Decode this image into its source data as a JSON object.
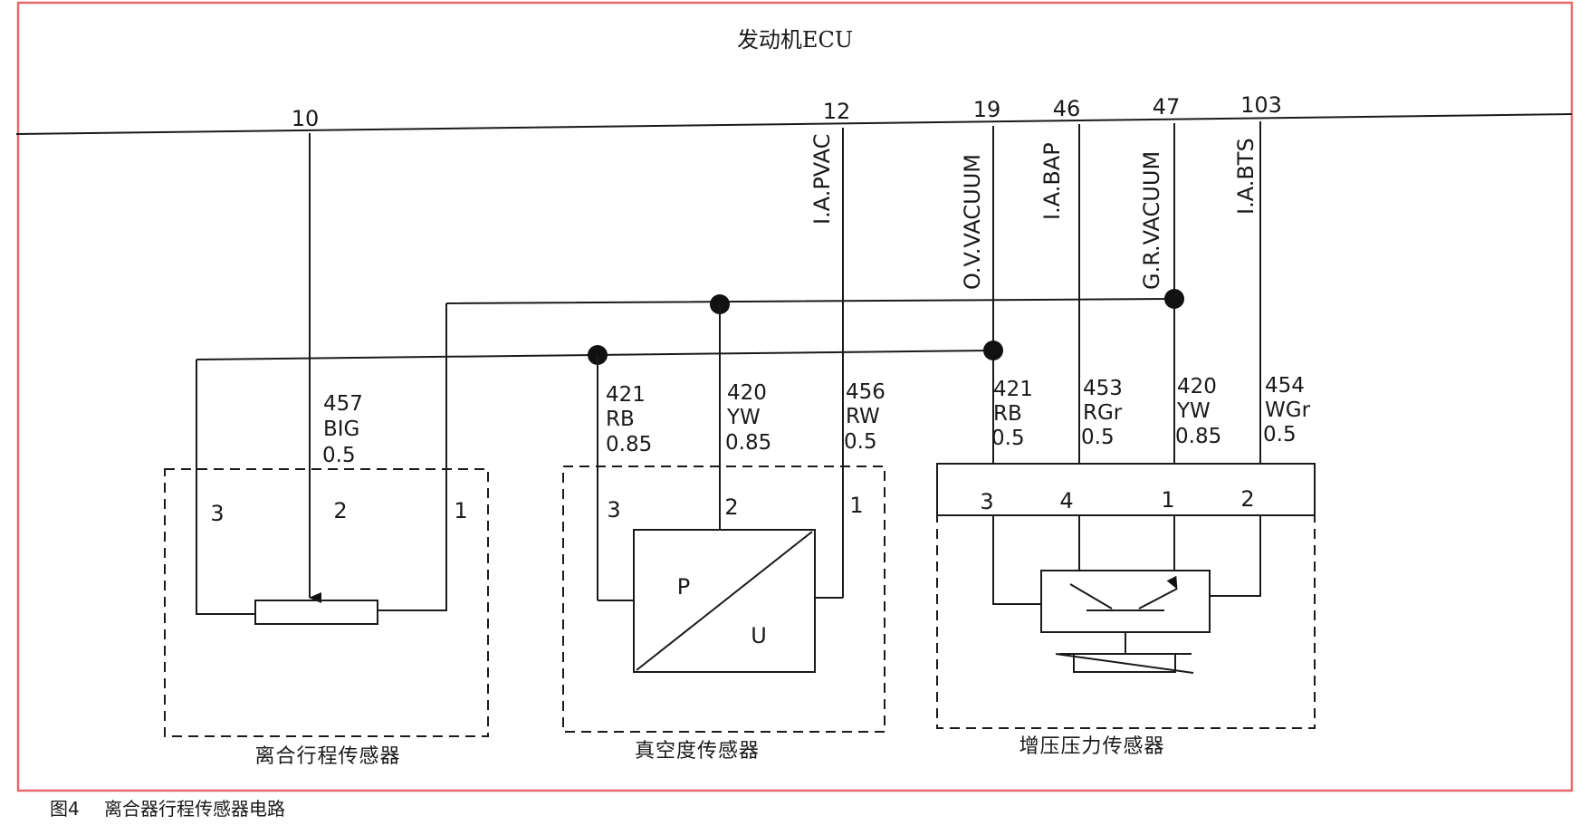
{
  "title": "发动机ECU",
  "caption": {
    "figure_no": "图4",
    "text": "离合器行程传感器电路"
  },
  "ecu_pins": [
    "10",
    "12",
    "19",
    "46",
    "47",
    "103"
  ],
  "signals": {
    "pin12": "I.A.PVAC",
    "pin19": "O.V.VACUUM",
    "pin46": "I.A.BAP",
    "pin47": "G.R.VACUUM",
    "pin103": "I.A.BTS"
  },
  "wires": {
    "w457": [
      "457",
      "BIG",
      "0.5"
    ],
    "w421a": [
      "421",
      "RB",
      "0.85"
    ],
    "w420a": [
      "420",
      "YW",
      "0.85"
    ],
    "w456": [
      "456",
      "RW",
      "0.5"
    ],
    "w421b": [
      "421",
      "RB",
      "0.5"
    ],
    "w453": [
      "453",
      "RGr",
      "0.5"
    ],
    "w420b": [
      "420",
      "YW",
      "0.85"
    ],
    "w454": [
      "454",
      "WGr",
      "0.5"
    ]
  },
  "sensors": {
    "clutch": {
      "label": "离合行程传感器",
      "pins": [
        "3",
        "2",
        "1"
      ]
    },
    "vacuum": {
      "label": "真空度传感器",
      "pins": [
        "3",
        "2",
        "1"
      ],
      "p_label": "P",
      "u_label": "U"
    },
    "boost": {
      "label": "增压压力传感器",
      "pins": [
        "3",
        "4",
        "1",
        "2"
      ]
    }
  }
}
